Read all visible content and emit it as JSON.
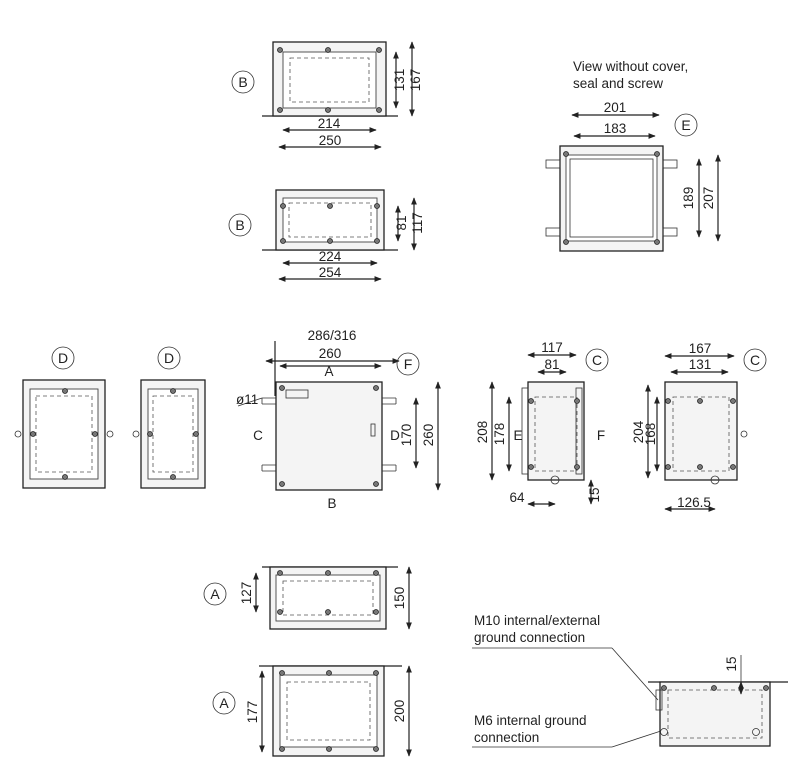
{
  "views": {
    "B_top": {
      "label": "B",
      "dims": [
        "131",
        "167",
        "214",
        "250"
      ]
    },
    "B_bottom": {
      "label": "B",
      "dims": [
        "81",
        "117",
        "224",
        "254"
      ]
    },
    "E": {
      "label": "E",
      "note_line1": "View without cover,",
      "note_line2": "seal and screw",
      "dims": [
        "201",
        "183",
        "189",
        "207"
      ]
    },
    "D_left": {
      "label": "D"
    },
    "D_right": {
      "label": "D"
    },
    "front": {
      "top_label": "A",
      "left_label": "C",
      "right_label": "D",
      "bottom_label": "B",
      "bubble": "F",
      "dims": [
        "286/316",
        "260",
        "170",
        "260"
      ],
      "hole": "ø11"
    },
    "side_E": {
      "label": "C",
      "left_label": "E",
      "right_label": "F",
      "dims": [
        "117",
        "81",
        "208",
        "178",
        "64",
        "15"
      ]
    },
    "side_C": {
      "label": "C",
      "dims": [
        "167",
        "131",
        "204",
        "168",
        "126.5"
      ]
    },
    "A_top": {
      "label": "A",
      "dims": [
        "127",
        "150"
      ]
    },
    "A_bottom": {
      "label": "A",
      "dims": [
        "177",
        "200"
      ]
    },
    "ground": {
      "note1_line1": "M10 internal/external",
      "note1_line2": "ground connection",
      "note2_line1": "M6 internal ground",
      "note2_line2": "connection",
      "dim": "15"
    }
  }
}
